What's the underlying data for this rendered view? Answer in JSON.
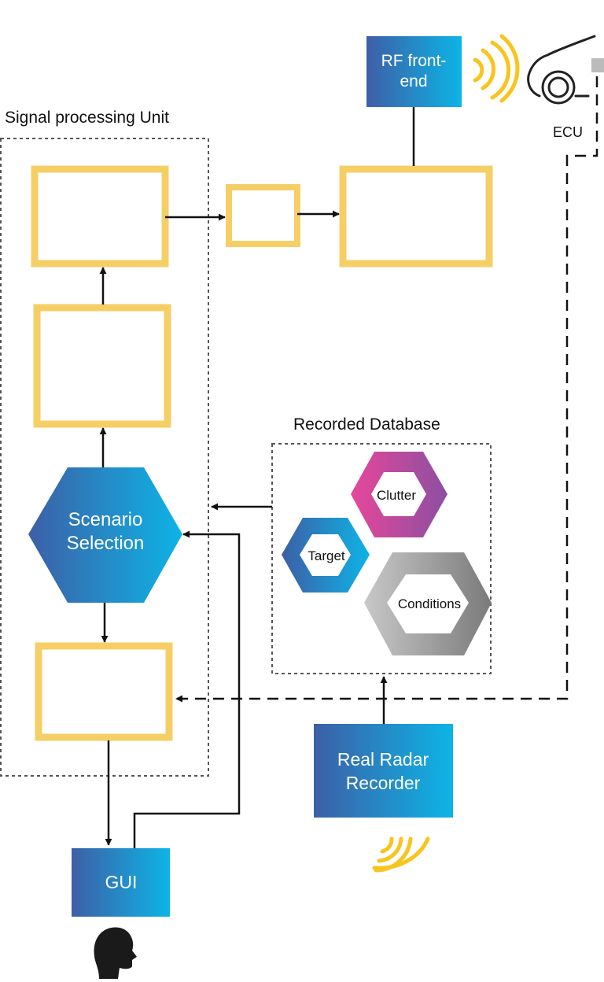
{
  "labels": {
    "signal_processing_unit": "Signal processing Unit",
    "recorded_database": "Recorded Database",
    "ecu": "ECU",
    "rf_frontend_line1": "RF front-",
    "rf_frontend_line2": "end",
    "scenario_line1": "Scenario",
    "scenario_line2": "Selection",
    "clutter": "Clutter",
    "target": "Target",
    "conditions": "Conditions",
    "recorder_line1": "Real Radar",
    "recorder_line2": "Recorder",
    "gui": "GUI"
  },
  "colors": {
    "block_border": "#f5cf66",
    "blue_gradient_start": "#3d5fa6",
    "blue_gradient_end": "#0db4e6",
    "clutter_gradient_start": "#e6479b",
    "clutter_gradient_end": "#8c4fa0",
    "conditions_gradient_start": "#c4c4c4",
    "conditions_gradient_end": "#7d7d7d",
    "wave_yellow": "#f7c51c",
    "line": "#111111",
    "dashed_border": "#555555"
  },
  "icons": {
    "car": "car-outline-icon",
    "person": "person-head-icon",
    "waves": "radio-waves-icon"
  }
}
